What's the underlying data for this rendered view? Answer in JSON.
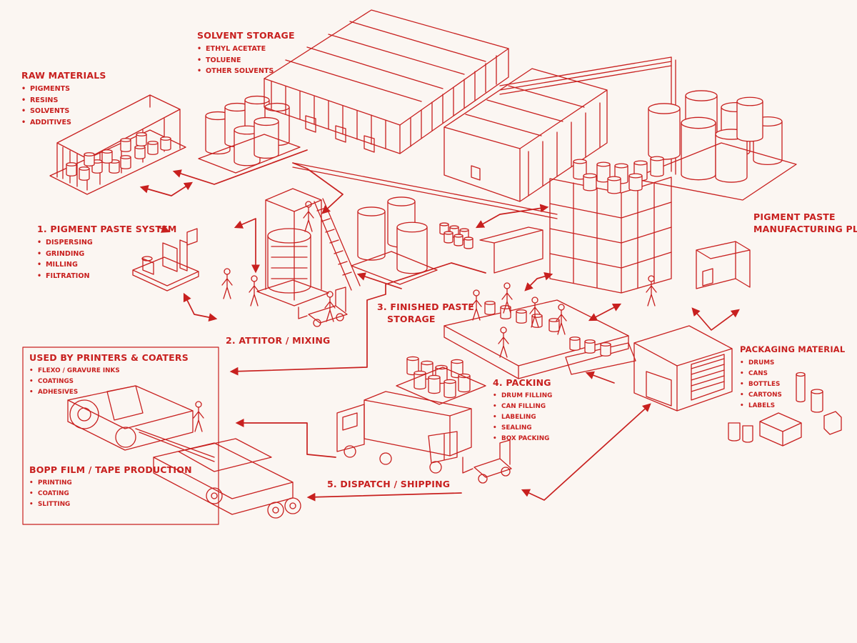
{
  "colors": {
    "ink": "#c8201f",
    "background": "#fbf6f2"
  },
  "labels": {
    "raw_materials": {
      "title": "RAW MATERIALS",
      "items": [
        "PIGMENTS",
        "RESINS",
        "SOLVENTS",
        "ADDITIVES"
      ]
    },
    "solvent_storage": {
      "title": "SOLVENT STORAGE",
      "items": [
        "ETHYL ACETATE",
        "TOLUENE",
        "OTHER SOLVENTS"
      ]
    },
    "pigment_paste_system": {
      "title": "1. PIGMENT PASTE SYSTEM",
      "items": [
        "DISPERSING",
        "GRINDING",
        "MILLING",
        "FILTRATION"
      ]
    },
    "attitor_mixing": {
      "title": "2. ATTITOR / MIXING"
    },
    "finished_paste_storage": {
      "title_line1": "3. FINISHED PASTE",
      "title_line2": "STORAGE"
    },
    "pigment_paste_plant": {
      "title_line1": "PIGMENT PASTE",
      "title_line2": "MANUFACTURING PLANT"
    },
    "packing": {
      "title": "4. PACKING",
      "items": [
        "DRUM FILLING",
        "CAN FILLING",
        "LABELING",
        "SEALING",
        "BOX PACKING"
      ]
    },
    "packaging_material": {
      "title": "PACKAGING MATERIAL",
      "items": [
        "DRUMS",
        "CANS",
        "BOTTLES",
        "CARTONS",
        "LABELS"
      ]
    },
    "used_by_printers": {
      "title": "USED BY PRINTERS & COATERS",
      "items": [
        "FLEXO / GRAVURE INKS",
        "COATINGS",
        "ADHESIVES"
      ]
    },
    "bopp_film": {
      "title": "BOPP FILM / TAPE PRODUCTION",
      "items": [
        "PRINTING",
        "COATING",
        "SLITTING"
      ]
    },
    "dispatch": {
      "title": "5. DISPATCH / SHIPPING"
    }
  }
}
